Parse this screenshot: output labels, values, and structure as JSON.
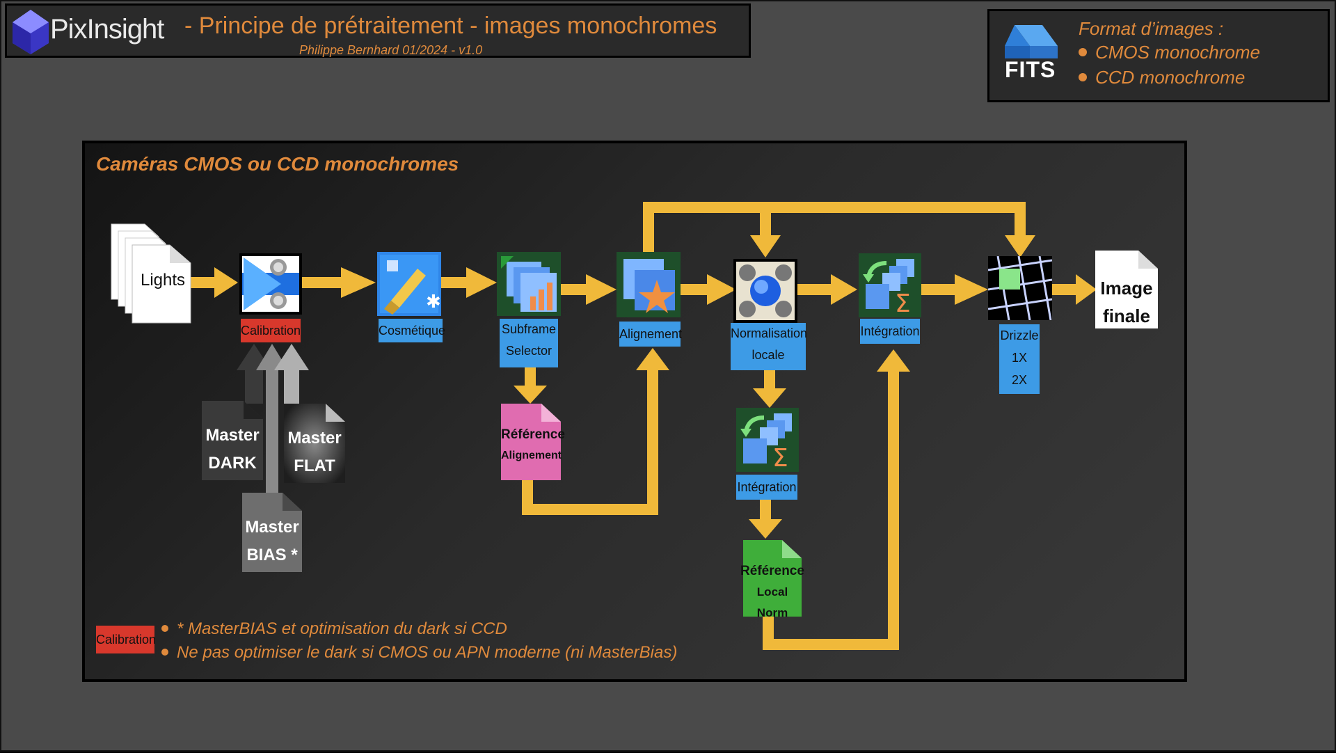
{
  "header": {
    "logo_text": "PixInsight",
    "title": "- Principe de prétraitement - images monochromes",
    "subtitle": "Philippe Bernhard 01/2024 - v1.0"
  },
  "format_box": {
    "icon_label": "FITS",
    "title": "Format d’images :",
    "items": [
      "CMOS monochrome",
      "CCD monochrome"
    ]
  },
  "panel": {
    "title": "Caméras CMOS ou CCD monochromes"
  },
  "nodes": {
    "lights": "Lights",
    "calibration": "Calibration",
    "cosmetique": "Cosmétique",
    "subframe_line1": "Subframe",
    "subframe_line2": "Selector",
    "alignement": "Alignement",
    "normalisation_line1": "Normalisation",
    "normalisation_line2": "locale",
    "integration_main": "Intégration",
    "integration_local": "Intégration",
    "drizzle_line1": "Drizzle",
    "drizzle_line2": "1X",
    "drizzle_line3": "2X",
    "image_finale_line1": "Image",
    "image_finale_line2": "finale",
    "master_dark_line1": "Master",
    "master_dark_line2": "DARK",
    "master_flat_line1": "Master",
    "master_flat_line2": "FLAT",
    "master_bias_line1": "Master",
    "master_bias_line2": "BIAS *",
    "ref_align_line1": "Référence",
    "ref_align_line2": "Alignement",
    "ref_local_line1": "Référence",
    "ref_local_line2": "Local Norm"
  },
  "notes": {
    "badge": "Calibration",
    "line1": "* MasterBIAS et optimisation du dark si CCD",
    "line2": "Ne pas optimiser le dark si CMOS ou APN moderne (ni MasterBias)"
  },
  "colors": {
    "arrow": "#f0b93a",
    "accent_text": "#e08a3c",
    "label_blue": "#3d9be6",
    "label_red": "#d8382c",
    "ref_pink": "#e06cb0",
    "ref_green": "#3fae3a"
  }
}
